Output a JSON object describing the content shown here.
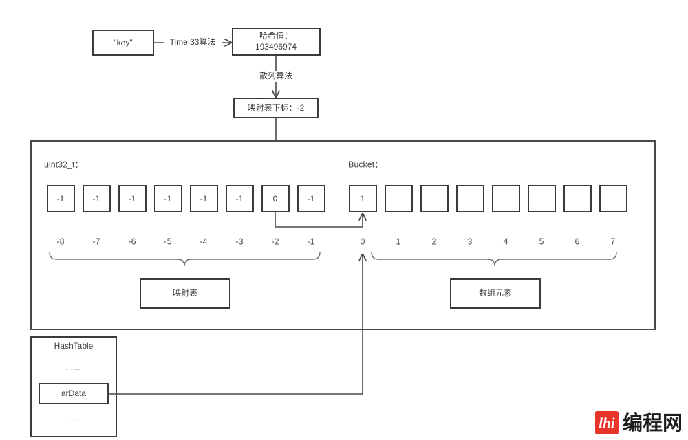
{
  "diagram": {
    "title_flow": {
      "key_box": "\"key\"",
      "edge_label_hash_fn": "Time 33算法",
      "hash_box_line1": "哈希值：",
      "hash_box_line2": "193496974",
      "edge_label_scatter": "散列算法",
      "index_box": "映射表下标：-2"
    },
    "container": {
      "mapping_caption": "uint32_t：",
      "bucket_caption": "Bucket：",
      "mapping_cells": [
        {
          "index": "-8",
          "value": "-1"
        },
        {
          "index": "-7",
          "value": "-1"
        },
        {
          "index": "-6",
          "value": "-1"
        },
        {
          "index": "-5",
          "value": "-1"
        },
        {
          "index": "-4",
          "value": "-1"
        },
        {
          "index": "-3",
          "value": "-1"
        },
        {
          "index": "-2",
          "value": "0"
        },
        {
          "index": "-1",
          "value": "-1"
        }
      ],
      "bucket_cells": [
        {
          "index": "0",
          "value": "1"
        },
        {
          "index": "1",
          "value": ""
        },
        {
          "index": "2",
          "value": ""
        },
        {
          "index": "3",
          "value": ""
        },
        {
          "index": "4",
          "value": ""
        },
        {
          "index": "5",
          "value": ""
        },
        {
          "index": "6",
          "value": ""
        },
        {
          "index": "7",
          "value": ""
        }
      ],
      "mapping_group_label": "映射表",
      "bucket_group_label": "数组元素"
    },
    "hashtable": {
      "title": "HashTable",
      "dots_top": "……",
      "field": "arData",
      "dots_bottom": "……"
    }
  },
  "watermark": {
    "mark_glyph": "lhi",
    "text": "编程网",
    "color": "#e8352b"
  }
}
